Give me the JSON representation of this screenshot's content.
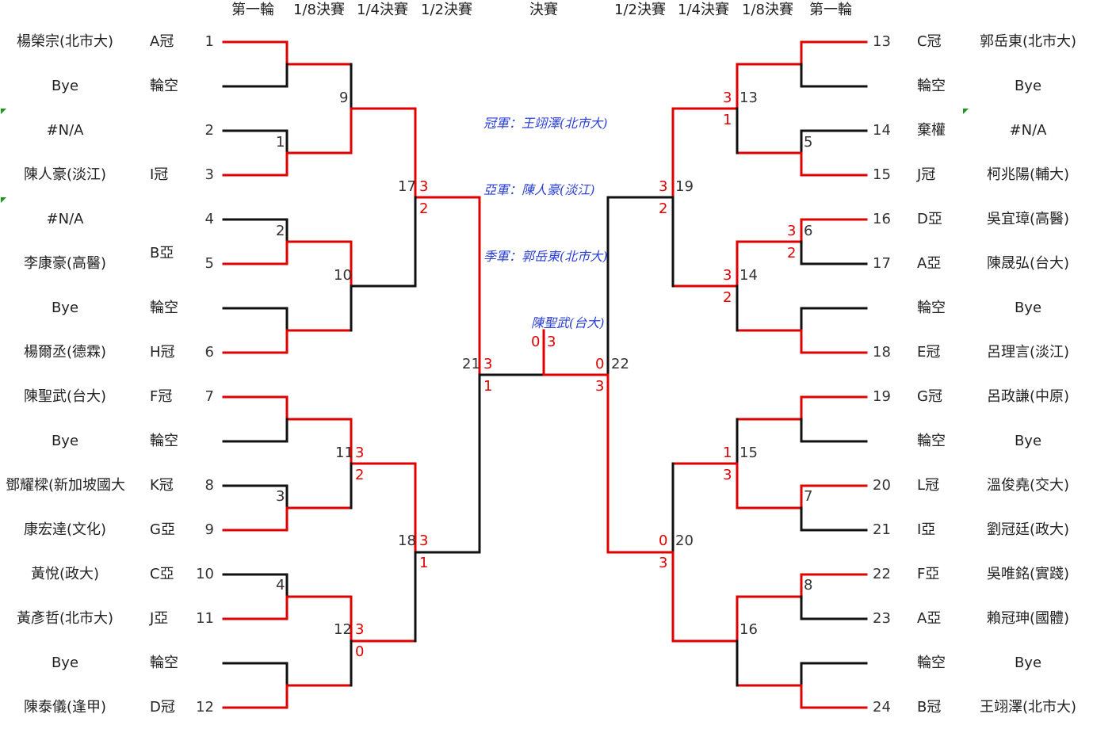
{
  "headers": {
    "left": [
      "第一輪",
      "1/8決賽",
      "1/4決賽",
      "1/2決賽"
    ],
    "center": "決賽",
    "right": [
      "1/2決賽",
      "1/4決賽",
      "1/8決賽",
      "第一輪"
    ]
  },
  "left_entries": [
    {
      "name": "楊榮宗(北市大)",
      "seed": "A冠",
      "num": "1"
    },
    {
      "name": "Bye",
      "seed": "輪空",
      "num": ""
    },
    {
      "name": "#N/A",
      "seed": "",
      "num": "2"
    },
    {
      "name": "陳人豪(淡江)",
      "seed": "I冠",
      "num": "3"
    },
    {
      "name": "#N/A",
      "seed": "",
      "num": "4"
    },
    {
      "name": "李康豪(高醫)",
      "seed": "",
      "num": "5"
    },
    {
      "name": "Bye",
      "seed": "輪空",
      "num": ""
    },
    {
      "name": "楊爾丞(德霖)",
      "seed": "H冠",
      "num": "6"
    },
    {
      "name": "陳聖武(台大)",
      "seed": "F冠",
      "num": "7"
    },
    {
      "name": "Bye",
      "seed": "輪空",
      "num": ""
    },
    {
      "name": "鄧耀樑(新加坡國大",
      "seed": "K冠",
      "num": "8"
    },
    {
      "name": "康宏達(文化)",
      "seed": "G亞",
      "num": "9"
    },
    {
      "name": "黃悅(政大)",
      "seed": "C亞",
      "num": "10"
    },
    {
      "name": "黃彥哲(北市大)",
      "seed": "J亞",
      "num": "11"
    },
    {
      "name": "Bye",
      "seed": "輪空",
      "num": ""
    },
    {
      "name": "陳泰儀(逢甲)",
      "seed": "D冠",
      "num": "12"
    }
  ],
  "left_extra_seed": "B亞",
  "right_entries": [
    {
      "name": "郭岳東(北市大)",
      "seed": "C冠",
      "num": "13"
    },
    {
      "name": "Bye",
      "seed": "輪空",
      "num": ""
    },
    {
      "name": "#N/A",
      "seed": "棄權",
      "num": "14"
    },
    {
      "name": "柯兆陽(輔大)",
      "seed": "J冠",
      "num": "15"
    },
    {
      "name": "吳宜璋(高醫)",
      "seed": "D亞",
      "num": "16"
    },
    {
      "name": "陳晟弘(台大)",
      "seed": "A亞",
      "num": "17"
    },
    {
      "name": "Bye",
      "seed": "輪空",
      "num": ""
    },
    {
      "name": "呂理言(淡江)",
      "seed": "E冠",
      "num": "18"
    },
    {
      "name": "呂政謙(中原)",
      "seed": "G冠",
      "num": "19"
    },
    {
      "name": "Bye",
      "seed": "輪空",
      "num": ""
    },
    {
      "name": "溫俊堯(交大)",
      "seed": "L冠",
      "num": "20"
    },
    {
      "name": "劉冠廷(政大)",
      "seed": "I亞",
      "num": "21"
    },
    {
      "name": "吳唯銘(實踐)",
      "seed": "F亞",
      "num": "22"
    },
    {
      "name": "賴冠珅(國體)",
      "seed": "A亞",
      "num": "23"
    },
    {
      "name": "Bye",
      "seed": "輪空",
      "num": ""
    },
    {
      "name": "王翊澤(北市大)",
      "seed": "B冠",
      "num": "24"
    }
  ],
  "match_labels": {
    "left": [
      "1",
      "2",
      "3",
      "4",
      "9",
      "10",
      "11",
      "12",
      "17",
      "18",
      "21"
    ],
    "right": [
      "5",
      "6",
      "7",
      "8",
      "13",
      "14",
      "15",
      "16",
      "19",
      "20",
      "22"
    ]
  },
  "scores": {
    "m17": [
      "3",
      "2"
    ],
    "m11": [
      "3",
      "2"
    ],
    "m12": [
      "3",
      "0"
    ],
    "m18": [
      "3",
      "1"
    ],
    "m21": [
      "3",
      "1"
    ],
    "final": [
      "0",
      "3"
    ],
    "m22": [
      "0",
      "3"
    ],
    "m13": [
      "3",
      "1"
    ],
    "m19": [
      "3",
      "2"
    ],
    "m6": [
      "3",
      "2"
    ],
    "m14": [
      "3",
      "2"
    ],
    "m15": [
      "1",
      "3"
    ],
    "m20": [
      "0",
      "3"
    ]
  },
  "results": {
    "champion": "冠軍：王翊澤(北市大)",
    "runner_up": "亞軍：陳人豪(淡江)",
    "third_1": "季軍：郭岳東(北市大)",
    "third_2": "陳聖武(台大)"
  },
  "colors": {
    "winner_line": "#e00000",
    "loser_line": "#111111",
    "results_text": "#2a3fd6",
    "corner_mark": "#1a9a1a"
  }
}
